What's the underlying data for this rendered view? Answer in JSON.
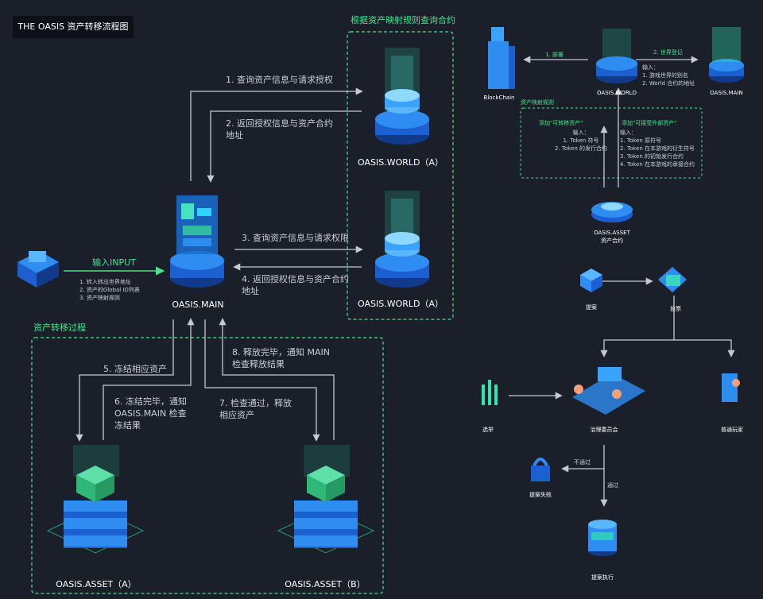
{
  "title": "THE OASIS 资产转移流程图",
  "regions": {
    "world_query": "根据资产映射规则查询合约",
    "transfer_process": "资产转移过程"
  },
  "nodes": {
    "main": "OASIS.MAIN",
    "world_a_top": "OASIS.WORLD（A）",
    "world_a_bottom": "OASIS.WORLD（A）",
    "asset_a": "OASIS.ASSET（A）",
    "asset_b": "OASIS.ASSET（B）"
  },
  "input": {
    "label": "输入INPUT",
    "details": "1. 转入转出世界地址\n2. 资产的Global ID列表\n3. 资产映射规则"
  },
  "steps": {
    "s1": "1. 查询资产信息与请求授权",
    "s2": "2. 返回授权信息与资产合约\n地址",
    "s3": "3. 查询资产信息与请求权限",
    "s4": "4. 返回授权信息与资产合约\n地址",
    "s5": "5. 冻结相应资产",
    "s6": "6. 冻结完毕，通知\nOASIS.MAIN 检查\n冻结果",
    "s7": "7. 检查通过，释放\n相应资产",
    "s8": "8. 释放完毕，通知 MAIN\n检查释放结果"
  },
  "right_top": {
    "blockchain": "BlockChain",
    "oasis_world": "OASIS.WORLD",
    "oasis_main": "OASIS.MAIN",
    "deploy": "1. 部署",
    "register": "2. 世界登记",
    "register_input": "输入：\n1. 游戏世界的别名\n2. World 合约的地址",
    "mapping_rules": "资产映射规则",
    "add_transferable": "添加\"可转移资产\"",
    "transferable_input": "输入：\n1. Token 符号\n2. Token 的发行合约",
    "add_external": "添加\"可接受外部资产\"",
    "external_input": "输入：\n1. Token 原符号\n2. Token 在本游戏的衍生符号\n3. Token 的初始发行合约\n4. Token 在本游戏的承接合约",
    "asset_contract": "OASIS.ASSET\n资产合约"
  },
  "governance": {
    "proposal": "提案",
    "vote": "投票",
    "election": "选举",
    "committee": "治理委员会",
    "player": "普通玩家",
    "reject": "不通过",
    "pass": "通过",
    "failed": "提案失败",
    "execute": "提案执行"
  },
  "colors": {
    "background": "#1b1f2a",
    "accent_green": "#4be08d",
    "accent_blue": "#2f8cf0",
    "line": "#8a93a5"
  }
}
